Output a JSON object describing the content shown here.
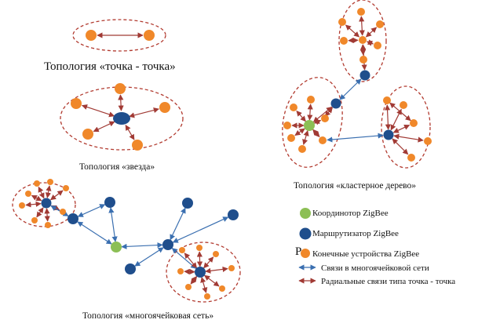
{
  "titles": {
    "p2p": "Топология «точка - точка»",
    "star": "Топология «звезда»",
    "cluster": "Топология «кластерное дерево»",
    "mesh": "Топология «многоячейковая сеть»"
  },
  "legend": {
    "coordinator": "Координотор ZigBee",
    "router": "Маршрутизатор ZigBee",
    "end_device_prefix": "P",
    "end_device": "Конечные устройства ZigBee",
    "mesh_link": "Связи в многоячейковой сети",
    "radial_link": "Радиальные связи типа точка - точка"
  },
  "colors": {
    "end_device": "#f0882a",
    "router": "#1f4e8c",
    "coordinator": "#8cbf55",
    "radial_link": "#a13a34",
    "mesh_link": "#3a6fb0",
    "cluster_border": "#b23b30"
  }
}
